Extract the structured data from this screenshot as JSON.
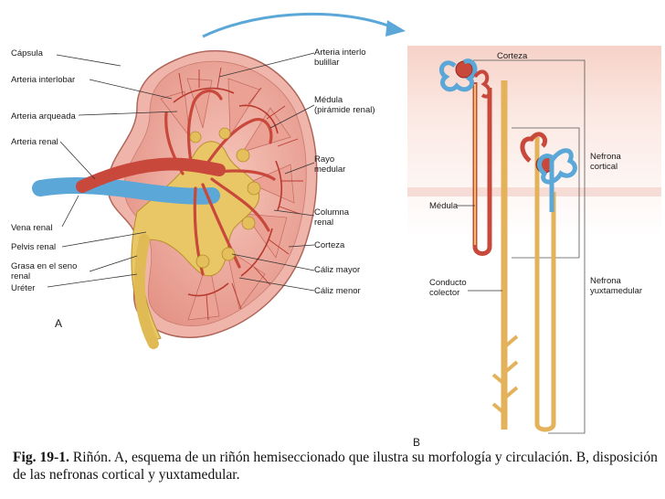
{
  "panel_a": {
    "letter": "A",
    "labels_left": [
      "Cápsula",
      "Arteria interlobar",
      "Arteria arqueada",
      "Arteria renal",
      "Vena renal",
      "Pelvis renal",
      "Grasa en el seno",
      "renal",
      "Uréter"
    ],
    "labels_right": [
      "Arteria interlo",
      "bulillar",
      "Médula",
      "(pirámide renal)",
      "Rayo",
      "medular",
      "Columna",
      "renal",
      "Corteza",
      "Cáliz mayor",
      "Cáliz menor"
    ]
  },
  "panel_b": {
    "letter": "B",
    "labels": [
      "Corteza",
      "Nefrona",
      "cortical",
      "Médula",
      "Conducto",
      "colector",
      "Nefrona",
      "yuxtamedular"
    ]
  },
  "caption": {
    "fig_label": "Fig. 19-1.",
    "text": "Riñón. A, esquema de un riñón hemiseccionado que ilustra su morfología y circulación. B, disposición de las nefronas cortical y yuxtamedular."
  },
  "colors": {
    "artery": "#c8483b",
    "vein": "#5aa7d8",
    "pelvis": "#e8c76a",
    "cortex": "#e9a49a",
    "medulla": "#f1c2b8",
    "tubule": "#e3b25a"
  }
}
